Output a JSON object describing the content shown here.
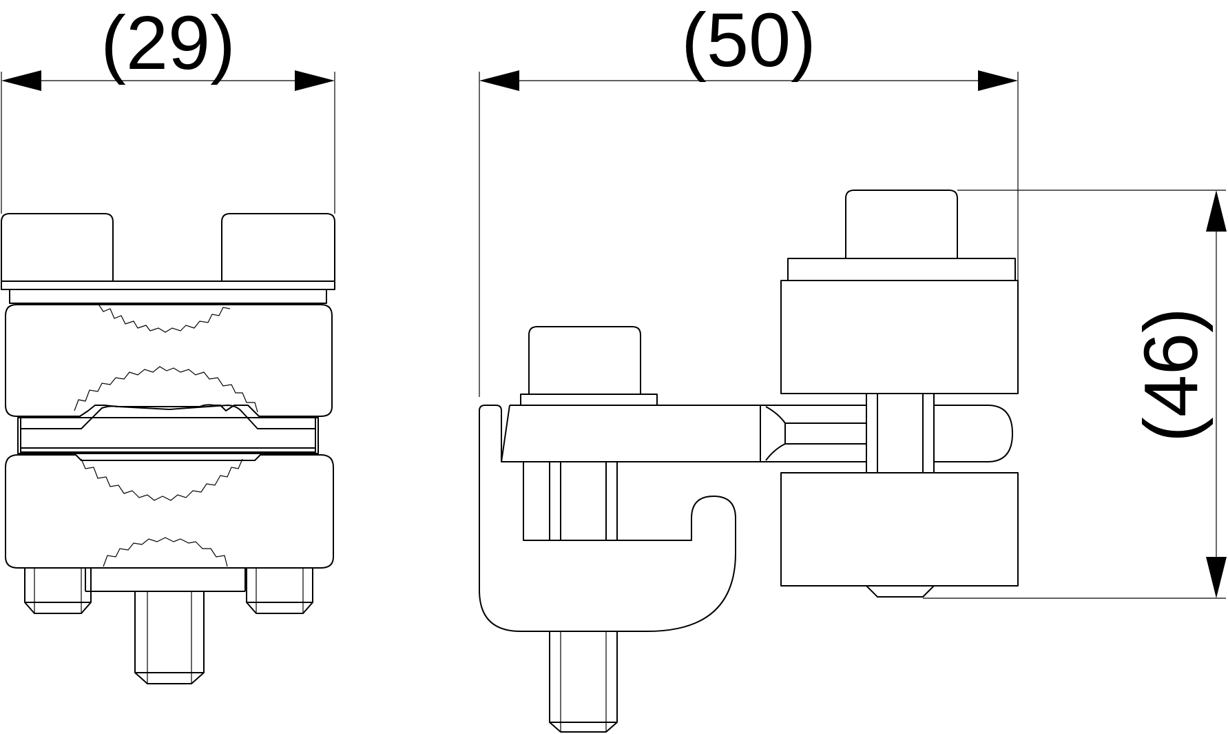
{
  "dimensions": {
    "width_front": "(29)",
    "width_side": "(50)",
    "height_side": "(46)"
  },
  "colors": {
    "line": "#000000",
    "background": "#ffffff"
  }
}
